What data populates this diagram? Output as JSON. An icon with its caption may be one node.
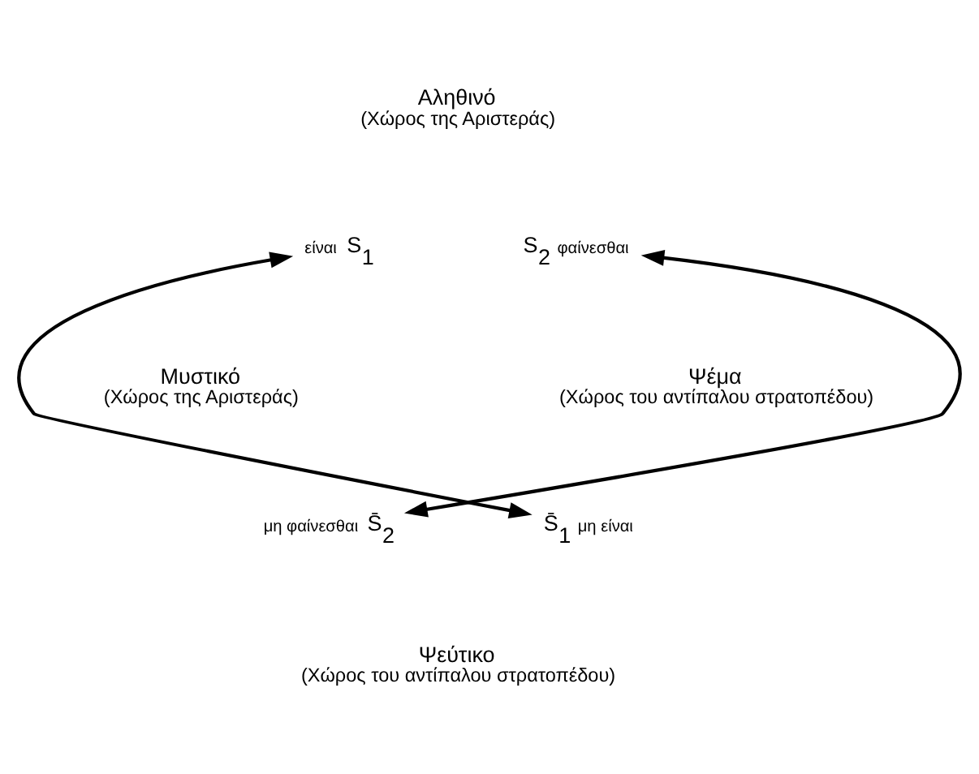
{
  "diagram": {
    "nodes": [
      {
        "text": [
          "S$_{1}$"
        ],
        "beside": [
          "είναι"
        ]
      },
      {
        "text": [
          "S$_{2}$"
        ],
        "beside": [
          "φαίνεσθαι"
        ]
      },
      {
        "text": [
          "S̄$_{2}$"
        ],
        "beside": [
          "μη φαίνεσθαι"
        ]
      },
      {
        "text": [
          "S̄$_{1}$"
        ],
        "beside": [
          "μη είναι"
        ]
      }
    ],
    "edges": [
      {
        "from": 0,
        "to": 3,
        "arrow": "both"
      },
      {
        "from": 1,
        "to": 2,
        "arrow": "both"
      }
    ],
    "labels": [
      "Αληθινό",
      "(Χώρος της Αριστεράς)",
      "Μυστικό",
      "(Χώρος της Αριστεράς)",
      "Ψέμα",
      "(Χώρος του αντίπαλου στρατοπέδου)",
      "Ψεύτικο",
      "(Χώρος του αντίπαλου στρατοπέδου)"
    ]
  }
}
